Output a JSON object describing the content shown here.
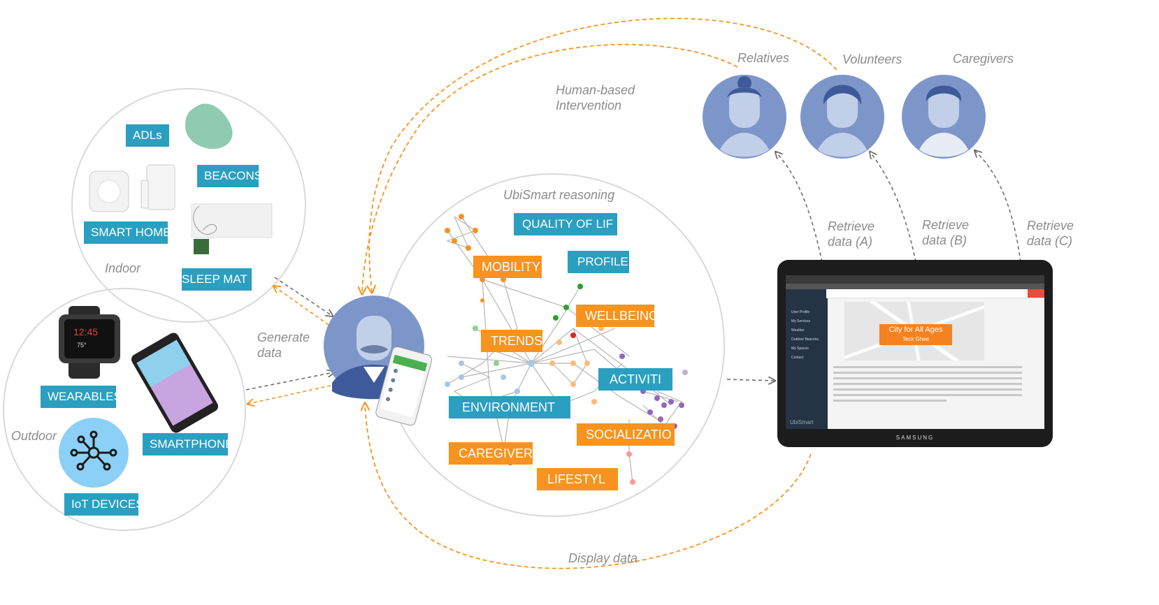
{
  "indoor": {
    "label": "Indoor",
    "tags": {
      "adls": "ADLs",
      "beacons": "BEACONS",
      "smart_home": "SMART HOME",
      "sleep_mat": "SLEEP MAT"
    }
  },
  "outdoor": {
    "label": "Outdoor",
    "tags": {
      "wearables": "WEARABLES",
      "smartphone": "SMARTPHONE",
      "iot_devices": "IoT DEVICES"
    }
  },
  "generate_data": {
    "line1": "Generate",
    "line2": "data"
  },
  "human_intervention": {
    "line1": "Human-based",
    "line2": "Intervention"
  },
  "reasoning": {
    "title": "UbiSmart reasoning",
    "tags": {
      "quality_of_life": "QUALITY OF LIF",
      "profile": "PROFILE",
      "mobility": "MOBILITY",
      "wellbeing": "WELLBEING",
      "trends": "TRENDS",
      "activities": "ACTIVITI",
      "environment": "ENVIRONMENT",
      "socialization": "SOCIALIZATIO",
      "caregiver": "CAREGIVER",
      "lifestyle": "LIFESTYL"
    }
  },
  "people": {
    "relatives": "Relatives",
    "volunteers": "Volunteers",
    "caregivers": "Caregivers"
  },
  "retrieve": {
    "a": {
      "line1": "Retrieve",
      "line2": "data (A)"
    },
    "b": {
      "line1": "Retrieve",
      "line2": "data (B)"
    },
    "c": {
      "line1": "Retrieve",
      "line2": "data (C)"
    }
  },
  "display_data": "Display data",
  "tablet": {
    "brand": "SAMSUNG",
    "app_title": "City for All Ages",
    "app_subtitle": "Teck Ghee",
    "app_name": "UbiSmart"
  },
  "colors": {
    "tag_blue": "#2a9fc0",
    "tag_orange": "#f7931e",
    "avatar_blue": "#7d96c9",
    "dash_orange": "#f7931e",
    "dash_gray": "#707070"
  },
  "icons": [
    "network-icon",
    "person-avatar-icon",
    "smartphone-icon",
    "smartwatch-icon",
    "tablet-icon"
  ]
}
